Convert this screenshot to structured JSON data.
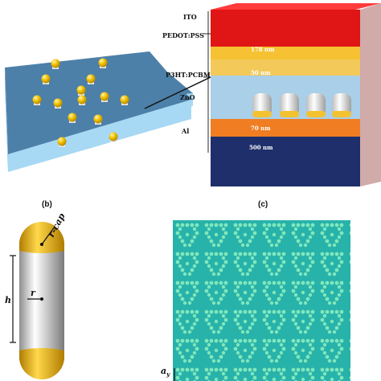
{
  "panels": {
    "b": "(b)",
    "c": "(c)"
  },
  "device_layers": [
    {
      "key": "ito",
      "label": "ITO",
      "thickness": "178 nm",
      "color": "#e01515"
    },
    {
      "key": "pedot",
      "label": "PEDOT:PSS",
      "thickness": "",
      "color": "#f6c233"
    },
    {
      "key": "p3ht",
      "label": "P3HT:PCBM",
      "thickness": "50 nm",
      "color": "#f3c95a"
    },
    {
      "key": "zno",
      "label": "ZnO",
      "thickness": "70 nm",
      "color": "#f07d22"
    },
    {
      "key": "al",
      "label": "Al",
      "thickness": "500 nm",
      "color": "#1f2f6b"
    }
  ],
  "substrate": {
    "top_color": "#4d80a8",
    "side_color": "#a7d8f4",
    "particle_color": "#f2c200"
  },
  "nanorod": {
    "labels": {
      "height": "h",
      "radius": "r",
      "cap": "r-cap"
    },
    "cap_color": "#f1b400"
  },
  "array": {
    "background": "#27b2aa",
    "dot_color": "#8ff0bf",
    "axis_label": "a",
    "axis_subscript": "y"
  }
}
